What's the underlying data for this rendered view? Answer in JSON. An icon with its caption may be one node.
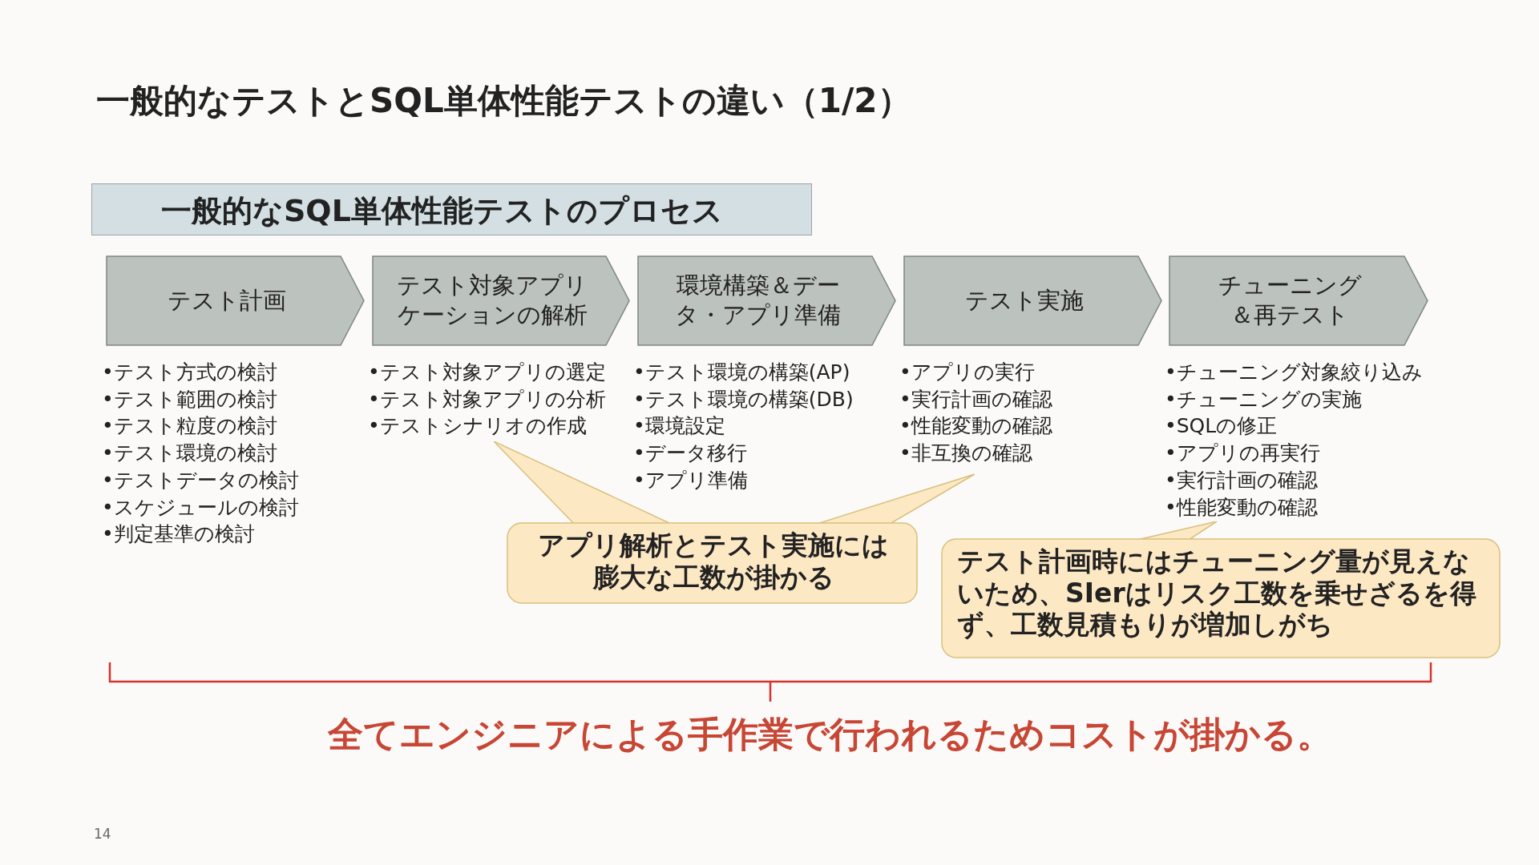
{
  "diagram": {
    "title": "一般的なテストとSQL単体性能テストの違い（1/2）",
    "nodes": [
      {
        "text": [
          "一般的なSQL単体性能テストのプロセス"
        ]
      },
      {
        "text": [
          "テスト計画"
        ],
        "beside": [
          "•テスト方式の検討",
          "•テスト範囲の検討",
          "•テスト粒度の検討",
          "•テスト環境の検討",
          "•テストデータの検討",
          "•スケジュールの検討",
          "•判定基準の検討"
        ]
      },
      {
        "text": [
          "テスト対象アプリケーションの解析"
        ],
        "beside": [
          "•テスト対象アプリの選定",
          "•テスト対象アプリの分析",
          "•テストシナリオの作成"
        ]
      },
      {
        "text": [
          "環境構築＆データ・アプリ準備"
        ],
        "beside": [
          "•テスト環境の構築(AP)",
          "•テスト環境の構築(DB)",
          "•環境設定",
          "•データ移行",
          "•アプリ準備"
        ]
      },
      {
        "text": [
          "テスト実施"
        ],
        "beside": [
          "•アプリの実行",
          "•実行計画の確認",
          "•性能変動の確認",
          "•非互換の確認"
        ]
      },
      {
        "text": [
          "チューニング＆再テスト"
        ],
        "beside": [
          "•チューニング対象絞り込み",
          "•チューニングの実施",
          "•SQLの修正",
          "•アプリの再実行",
          "•実行計画の確認",
          "•性能変動の確認"
        ]
      },
      {
        "text": [
          "アプリ解析とテスト実施には膨大な工数が掛かる"
        ]
      },
      {
        "text": [
          "テスト計画時にはチューニング量が見えないため、SIerはリスク工数を乗せざるを得ず、工数見積もりが増加しがち"
        ]
      }
    ],
    "labels": [
      "全てエンジニアによる手作業で行われるためコストが掛かる。",
      "14"
    ]
  }
}
